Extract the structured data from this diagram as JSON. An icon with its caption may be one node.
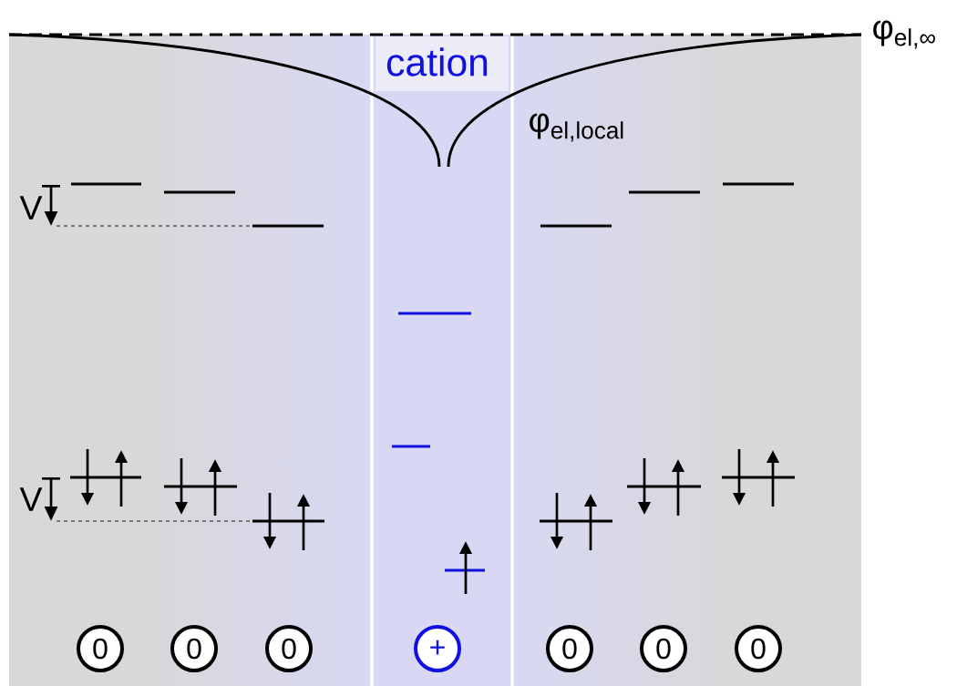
{
  "diagram": {
    "nodes": [
      {
        "text": [
          "0"
        ]
      },
      {
        "text": [
          "0"
        ]
      },
      {
        "text": [
          "0"
        ]
      },
      {
        "text": [
          "+"
        ]
      },
      {
        "text": [
          "0"
        ]
      },
      {
        "text": [
          "0"
        ]
      },
      {
        "text": [
          "0"
        ]
      }
    ],
    "labels": [
      "φ$_{el,∞}$",
      "cation",
      "φ$_{el,local}$",
      "V",
      "V"
    ]
  }
}
